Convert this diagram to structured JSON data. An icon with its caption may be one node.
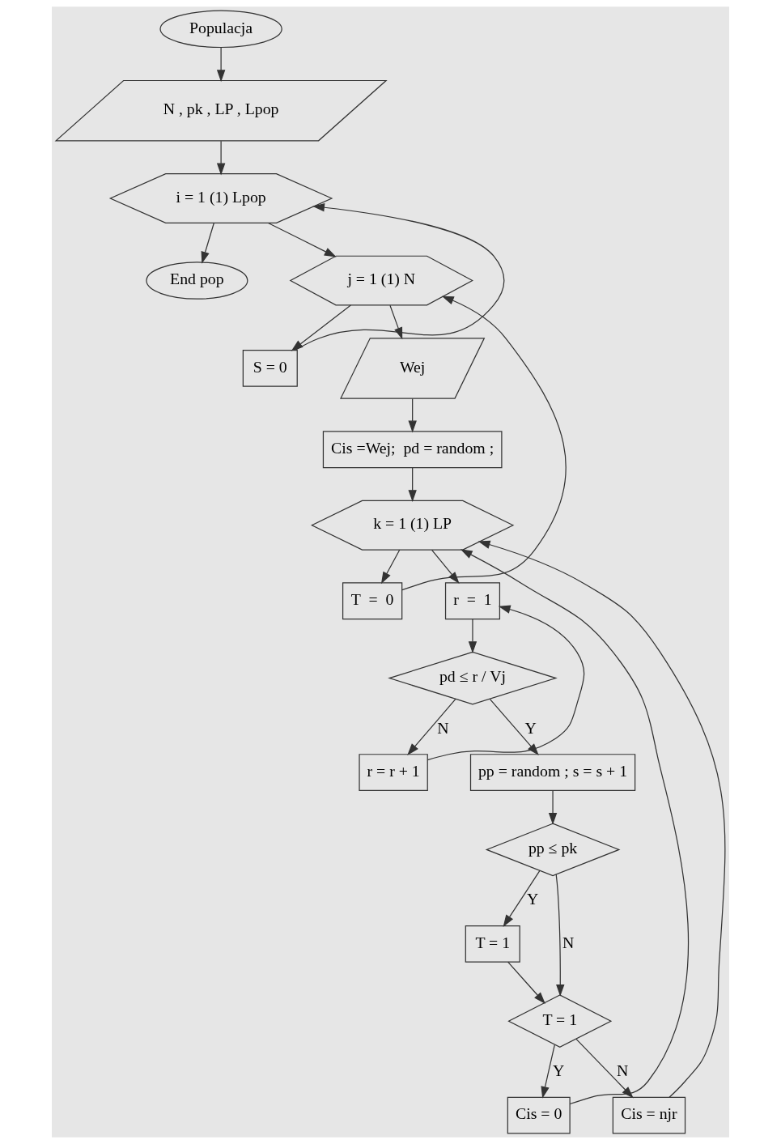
{
  "diagram": {
    "nodes": [
      {
        "text": [
          "Populacja"
        ]
      },
      {
        "text": [
          "N , pk , LP , Lpop"
        ]
      },
      {
        "text": [
          "i = 1 (1) Lpop"
        ]
      },
      {
        "text": [
          "End pop"
        ]
      },
      {
        "text": [
          "j = 1 (1) N"
        ]
      },
      {
        "text": [
          "S = 0"
        ]
      },
      {
        "text": [
          "Wej"
        ]
      },
      {
        "text": [
          "Cis =Wej;  pd = random ;"
        ]
      },
      {
        "text": [
          "k = 1 (1) LP"
        ]
      },
      {
        "text": [
          "T  =  0"
        ]
      },
      {
        "text": [
          "r  =  1"
        ]
      },
      {
        "text": [
          "pd ≤ r / Vj"
        ]
      },
      {
        "text": [
          "r = r + 1"
        ]
      },
      {
        "text": [
          "pp = random ; s = s + 1"
        ]
      },
      {
        "text": [
          "pp ≤ pk"
        ]
      },
      {
        "text": [
          "T = 1"
        ]
      },
      {
        "text": [
          "T = 1"
        ]
      },
      {
        "text": [
          "Cis = 0"
        ]
      },
      {
        "text": [
          "Cis = njr"
        ]
      }
    ],
    "edges": [
      {
        "from": 0,
        "to": 1,
        "arrow": "to"
      },
      {
        "from": 1,
        "to": 2,
        "arrow": "to"
      },
      {
        "from": 2,
        "to": 3,
        "arrow": "to"
      },
      {
        "from": 2,
        "to": 4,
        "arrow": "to"
      },
      {
        "from": 4,
        "to": 5,
        "arrow": "to"
      },
      {
        "from": 5,
        "to": 2,
        "arrow": "to"
      },
      {
        "from": 4,
        "to": 6,
        "arrow": "to"
      },
      {
        "from": 6,
        "to": 7,
        "arrow": "to"
      },
      {
        "from": 7,
        "to": 8,
        "arrow": "to"
      },
      {
        "from": 8,
        "to": 9,
        "arrow": "to"
      },
      {
        "from": 9,
        "to": 4,
        "arrow": "to"
      },
      {
        "from": 8,
        "to": 10,
        "arrow": "to"
      },
      {
        "from": 10,
        "to": 11,
        "arrow": "to"
      },
      {
        "from": 11,
        "to": 12,
        "arrow": "to",
        "label": "N"
      },
      {
        "from": 11,
        "to": 13,
        "arrow": "to",
        "label": "Y"
      },
      {
        "from": 12,
        "to": 10,
        "arrow": "to"
      },
      {
        "from": 13,
        "to": 14,
        "arrow": "to"
      },
      {
        "from": 14,
        "to": 15,
        "arrow": "to",
        "label": "Y"
      },
      {
        "from": 14,
        "to": 16,
        "arrow": "to",
        "label": "N"
      },
      {
        "from": 15,
        "to": 16,
        "arrow": "to"
      },
      {
        "from": 16,
        "to": 17,
        "arrow": "to",
        "label": "Y"
      },
      {
        "from": 16,
        "to": 18,
        "arrow": "to",
        "label": "N"
      },
      {
        "from": 17,
        "to": 8,
        "arrow": "to"
      },
      {
        "from": 18,
        "to": 8,
        "arrow": "to"
      }
    ]
  }
}
